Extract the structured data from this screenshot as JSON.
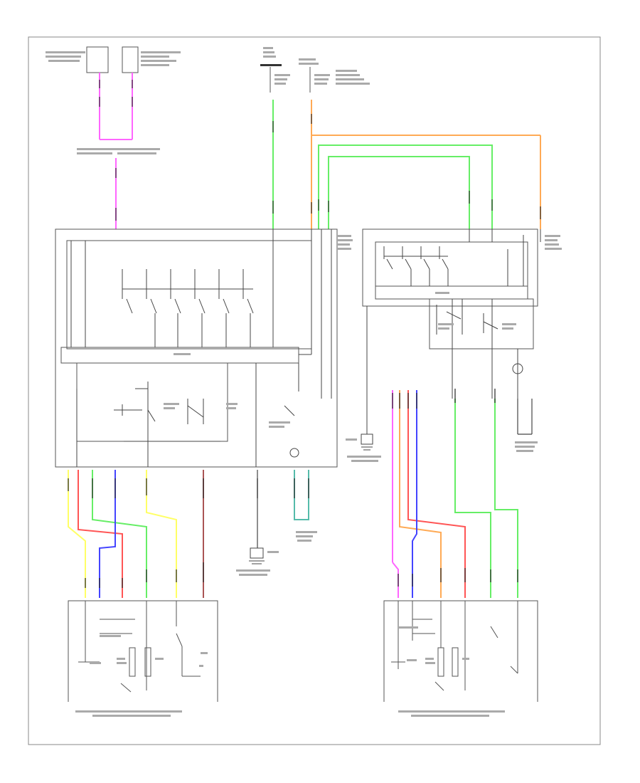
{
  "diagram": {
    "footer_code": "",
    "colors": {
      "pink": "#ff66ff",
      "green": "#66ee66",
      "orange": "#ffaa55",
      "yellow": "#ffff66",
      "red": "#ff5555",
      "blue": "#4444ff",
      "brown": "#aa5555",
      "teal": "#55bbaa",
      "wire": "#333333",
      "box": "#555555"
    },
    "components": [
      {
        "id": "top-left-module-a",
        "label": ""
      },
      {
        "id": "top-left-module-b",
        "label": ""
      },
      {
        "id": "main-switch-block",
        "label": ""
      },
      {
        "id": "right-switch-block",
        "label": ""
      },
      {
        "id": "left-front-motor",
        "label": ""
      },
      {
        "id": "right-front-motor",
        "label": ""
      }
    ]
  }
}
